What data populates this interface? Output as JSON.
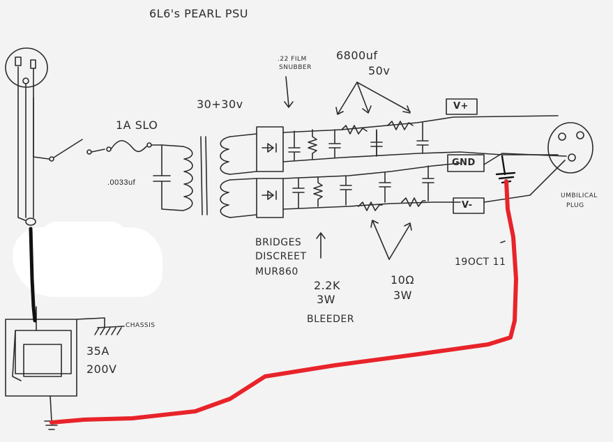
{
  "title": "6L6's PEARL PSU",
  "labels": {
    "fuse": "1A SLO",
    "transformer": "30+30v",
    "cap_small": ".0033uf",
    "snubber_line1": ".22 FILM",
    "snubber_line2": "SNUBBER",
    "filter_cap_line1": "6800uf",
    "filter_cap_line2": "50v",
    "vplus": "V+",
    "gnd": "GND",
    "vminus": "V-",
    "umbilical_line1": "UMBILICAL",
    "umbilical_line2": "PLUG",
    "bridges_line1": "BRIDGES",
    "bridges_line2": "DISCREET",
    "bridges_line3": "MUR860",
    "bleeder_line1": "2.2K",
    "bleeder_line2": "3W",
    "bleeder_line3": "BLEEDER",
    "resistor_line1": "10Ω",
    "resistor_line2": "3W",
    "date": "19OCT 11",
    "chassis": "CHASSIS",
    "rating_line1": "35A",
    "rating_line2": "200V"
  },
  "colors": {
    "ink": "#2b2b2b",
    "ground_wire": "#e8232a",
    "black_wire": "#111111",
    "paper": "#f3f3f3"
  }
}
